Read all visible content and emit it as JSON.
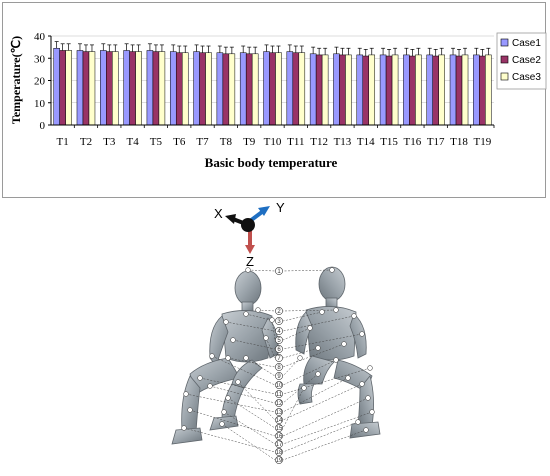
{
  "chart_data": {
    "type": "bar",
    "categories": [
      "T1",
      "T2",
      "T3",
      "T4",
      "T5",
      "T6",
      "T7",
      "T8",
      "T9",
      "T10",
      "T11",
      "T12",
      "T13",
      "T14",
      "T15",
      "T16",
      "T17",
      "T18",
      "T19"
    ],
    "series": [
      {
        "name": "Case1",
        "color": "#9999ff",
        "values": [
          34.5,
          33.5,
          33.5,
          33.5,
          33.5,
          33,
          33,
          32.5,
          32.5,
          33,
          33,
          32,
          32,
          31.5,
          31.5,
          31.5,
          31.5,
          31.5,
          31.5
        ],
        "errors": [
          3,
          3,
          3,
          3,
          3,
          3,
          3,
          3,
          3,
          3,
          3,
          3,
          3,
          3,
          3,
          3,
          3,
          3,
          3
        ]
      },
      {
        "name": "Case2",
        "color": "#993366",
        "values": [
          33.5,
          33,
          33,
          33,
          33,
          32.5,
          32.5,
          32,
          32,
          32.5,
          32.5,
          31.5,
          31.5,
          31,
          31,
          31,
          31,
          31,
          31
        ],
        "errors": [
          3,
          3,
          3,
          3,
          3,
          3,
          3,
          3,
          3,
          3,
          3,
          3,
          3,
          3,
          3,
          3,
          3,
          3,
          3
        ]
      },
      {
        "name": "Case3",
        "color": "#ffffcc",
        "values": [
          33.5,
          33,
          33,
          33,
          33,
          32.5,
          32.5,
          32,
          32,
          32.5,
          32.5,
          31.5,
          31.5,
          31.5,
          31.5,
          31.5,
          31.5,
          31.5,
          31.5
        ],
        "errors": [
          3,
          3,
          3,
          3,
          3,
          3,
          3,
          3,
          3,
          3,
          3,
          3,
          3,
          3,
          3,
          3,
          3,
          3,
          3
        ]
      }
    ],
    "title": "",
    "xlabel": "Basic body temperature",
    "ylabel": "Temperature(℃)",
    "ylim": [
      0,
      40
    ],
    "yticks": [
      "0",
      "10",
      "20",
      "30",
      "40"
    ],
    "legend_position": "right",
    "grid": true
  },
  "figure": {
    "axes": {
      "x": "X",
      "y": "Y",
      "z": "Z"
    },
    "marker_labels": [
      "①",
      "②",
      "③",
      "④",
      "⑤",
      "⑥",
      "⑦",
      "⑧",
      "⑨",
      "⑩",
      "⑪",
      "⑫",
      "⑬",
      "⑭",
      "⑮",
      "⑯",
      "⑰",
      "⑱",
      "⑲"
    ]
  }
}
